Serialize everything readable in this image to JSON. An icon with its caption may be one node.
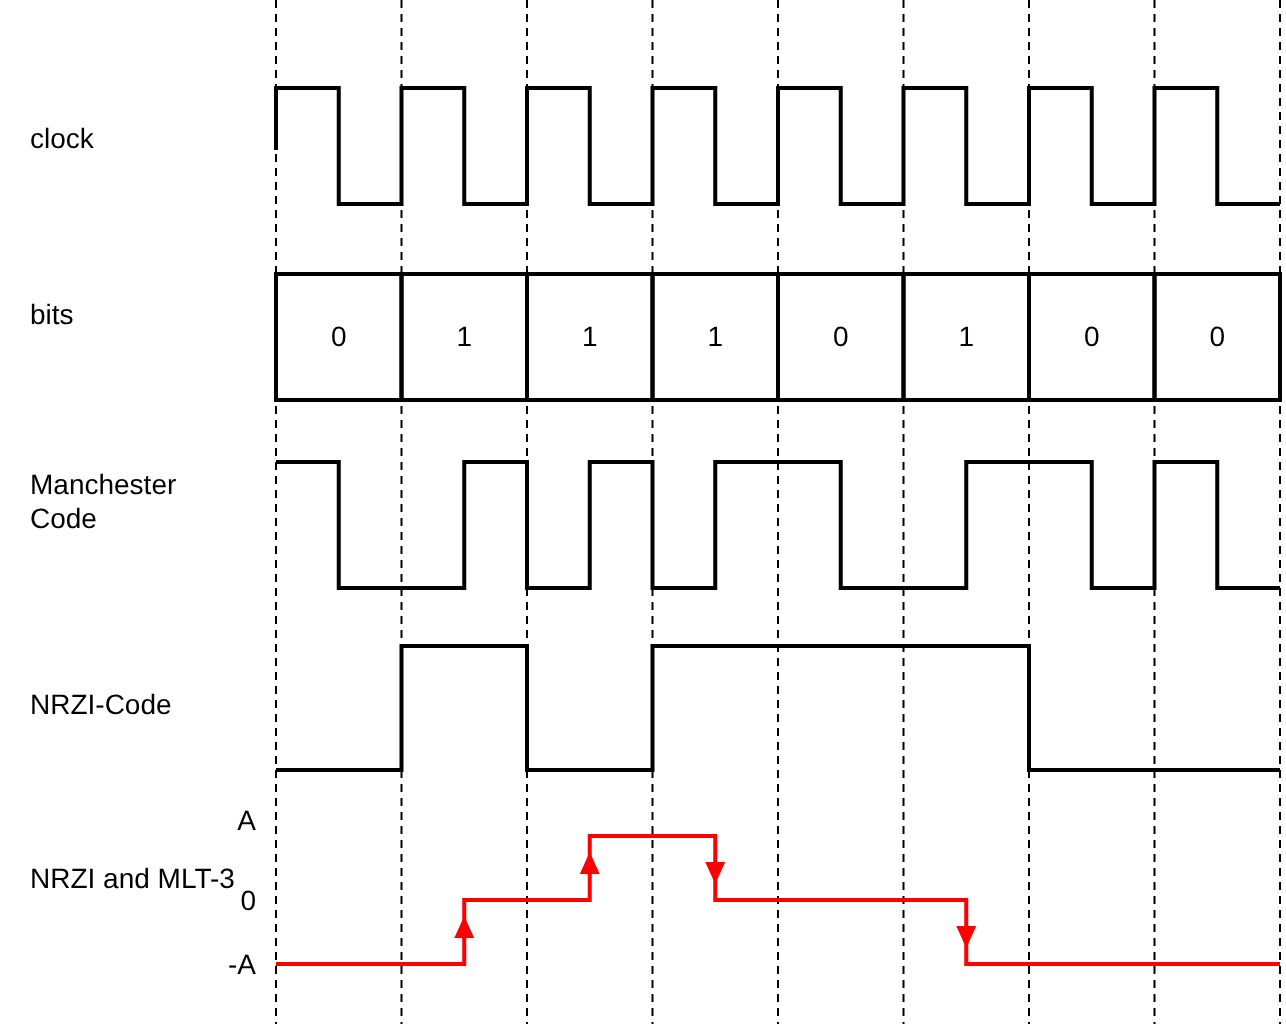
{
  "diagram": {
    "labels": [
      "clock",
      "bits",
      "0",
      "1",
      "1",
      "1",
      "0",
      "1",
      "0",
      "0",
      "Manchester Code",
      "NRZI-Code",
      "A",
      "NRZI and MLT-3",
      "0",
      "-A"
    ]
  }
}
